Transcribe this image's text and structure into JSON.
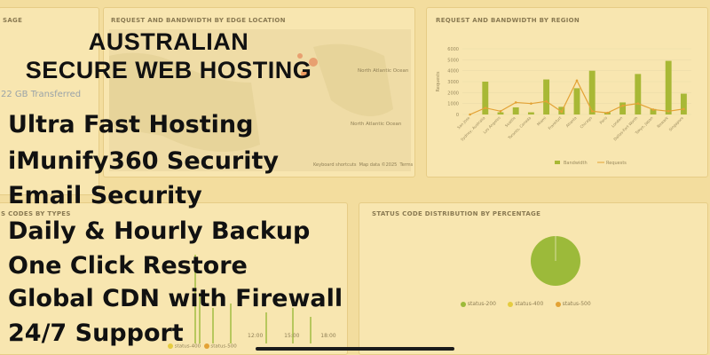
{
  "dashboard": {
    "usage_title": "SAGE",
    "transferred": "22 GB Transferred",
    "edge_title": "REQUEST AND BANDWIDTH BY EDGE LOCATION",
    "map_label_ocean": "North Atlantic Ocean",
    "map_label_ocean_2": "North Atlantic Ocean",
    "map_footer": [
      "Keyboard shortcuts",
      "Map data ©2025",
      "Terms"
    ],
    "region_title": "REQUEST AND BANDWIDTH BY REGION",
    "status_types_title": "S CODES BY TYPES",
    "status_dist_title": "STATUS CODE DISTRIBUTION BY PERCENTAGE",
    "time_ticks": [
      "12:00",
      "15:00",
      "18:00"
    ],
    "status_legend_left": [
      "status-400",
      "status-500"
    ],
    "pie_legend": [
      "status-200",
      "status-400",
      "status-500"
    ]
  },
  "ad": {
    "headline_1": "AUSTRALIAN",
    "headline_2": "SECURE WEB HOSTING",
    "features": [
      "Ultra Fast Hosting",
      "iMunify360 Security",
      "Email Security",
      "Daily & Hourly Backup",
      "One Click Restore",
      "Global CDN with Firewall",
      "24/7 Support"
    ]
  },
  "chart_data": {
    "type": "bar",
    "categories": [
      "San Jose",
      "Sydney, Australia",
      "Los Angeles",
      "Seattle",
      "Toronto, Canada",
      "Miami",
      "Frankfurt",
      "Atlanta",
      "Chicago",
      "Paris",
      "London",
      "Dallas-Fort Worth",
      "Tokyo, Japan",
      "Newark",
      "Singapore"
    ],
    "series": [
      {
        "name": "Bandwidth",
        "values": [
          0,
          3000,
          200,
          650,
          200,
          3200,
          700,
          2400,
          4000,
          200,
          1100,
          3700,
          500,
          4900,
          1900
        ]
      },
      {
        "name": "Requests",
        "values": [
          0,
          600,
          300,
          1100,
          1000,
          1200,
          250,
          3100,
          300,
          150,
          800,
          1000,
          450,
          300,
          500
        ]
      }
    ],
    "ylabel": "Requests",
    "yticks": [
      "6000",
      "5000",
      "4000",
      "3000",
      "2000",
      "1000",
      "0"
    ],
    "ylim": [
      0,
      6000
    ],
    "legend": "bottom",
    "colors": {
      "Bandwidth": "#a8b835",
      "Requests": "#e3a235"
    }
  },
  "colors": {
    "background": "#f3dd9e",
    "bar": "#a8b835",
    "line": "#e3a235",
    "pie": "#9cba3a",
    "text": "#111111"
  }
}
